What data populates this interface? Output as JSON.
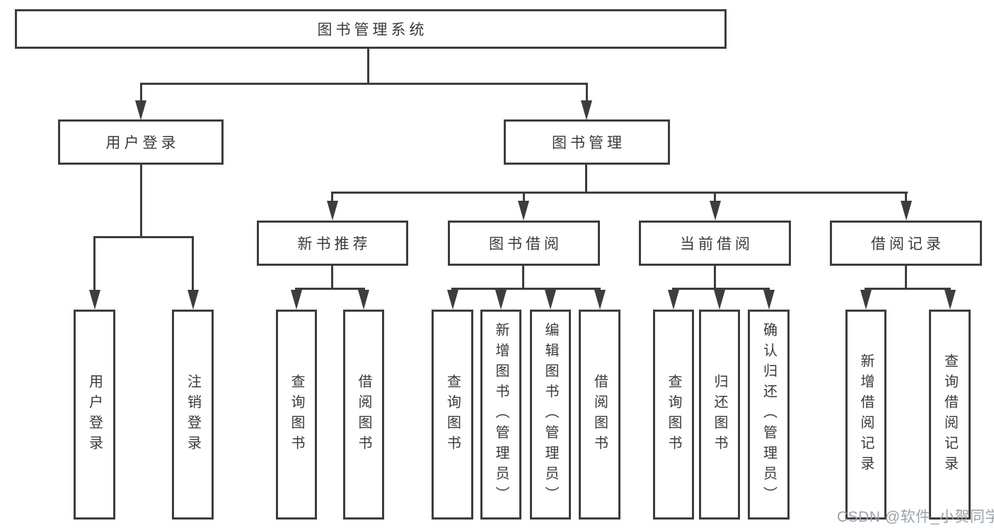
{
  "diagram": {
    "root": {
      "label": "图书管理系统"
    },
    "branches": [
      {
        "label": "用户登录",
        "children": [
          {
            "label": "用户登录"
          },
          {
            "label": "注销登录"
          }
        ]
      },
      {
        "label": "图书管理",
        "children": [
          {
            "label": "新书推荐",
            "children": [
              {
                "label": "查询图书"
              },
              {
                "label": "借阅图书"
              }
            ]
          },
          {
            "label": "图书借阅",
            "children": [
              {
                "label": "查询图书"
              },
              {
                "label": "新增图书（管理员）"
              },
              {
                "label": "编辑图书（管理员）"
              },
              {
                "label": "借阅图书"
              }
            ]
          },
          {
            "label": "当前借阅",
            "children": [
              {
                "label": "查询图书"
              },
              {
                "label": "归还图书"
              },
              {
                "label": "确认归还（管理员）"
              }
            ]
          },
          {
            "label": "借阅记录",
            "children": [
              {
                "label": "新增借阅记录"
              },
              {
                "label": "查询借阅记录"
              }
            ]
          }
        ]
      }
    ]
  },
  "watermark": {
    "text": "CSDN @软件_小贺同学"
  },
  "colors": {
    "line": "#3d3d3d",
    "box_border": "#3d3d3d",
    "text": "#3a3a3a",
    "watermark": "#9aa1a9",
    "background": "#ffffff"
  }
}
